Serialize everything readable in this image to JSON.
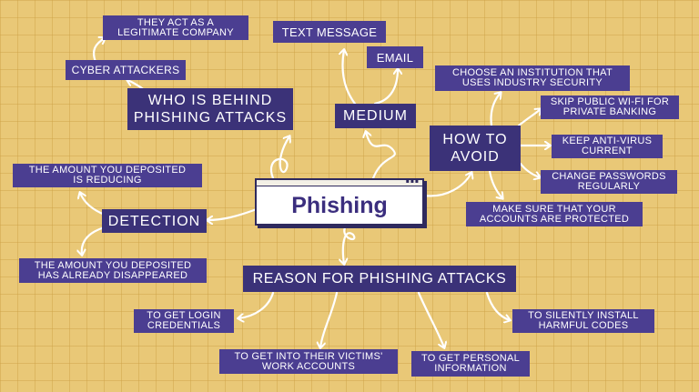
{
  "colors": {
    "background": "#e9c877",
    "grid": "#cda046",
    "node_fill": "#4b3e91",
    "node_fill_dark": "#2f2a5e",
    "text": "#ffffff",
    "center_text": "#3b2e7e"
  },
  "center": {
    "label": "Phishing"
  },
  "branches": {
    "who": {
      "label": "WHO IS BEHIND\nPHISHING ATTACKS",
      "items": [
        "CYBER ATTACKERS",
        "THEY ACT AS A\nLEGITIMATE COMPANY"
      ]
    },
    "medium": {
      "label": "MEDIUM",
      "items": [
        "TEXT MESSAGE",
        "EMAIL"
      ]
    },
    "avoid": {
      "label": "HOW TO\nAVOID",
      "items": [
        "CHOOSE AN INSTITUTION THAT\nUSES INDUSTRY SECURITY",
        "SKIP PUBLIC WI-FI FOR\nPRIVATE BANKING",
        "KEEP ANTI-VIRUS\nCURRENT",
        "CHANGE PASSWORDS\nREGULARLY",
        "MAKE SURE THAT YOUR\nACCOUNTS ARE PROTECTED"
      ]
    },
    "detection": {
      "label": "DETECTION",
      "items": [
        "THE AMOUNT YOU DEPOSITED\nIS REDUCING",
        "THE AMOUNT YOU DEPOSITED\nHAS ALREADY DISAPPEARED"
      ]
    },
    "reason": {
      "label": "REASON FOR PHISHING ATTACKS",
      "items": [
        "TO GET LOGIN\nCREDENTIALS",
        "TO GET INTO THEIR VICTIMS'\nWORK ACCOUNTS",
        "TO GET PERSONAL\nINFORMATION",
        "TO SILENTLY INSTALL\nHARMFUL CODES"
      ]
    }
  }
}
